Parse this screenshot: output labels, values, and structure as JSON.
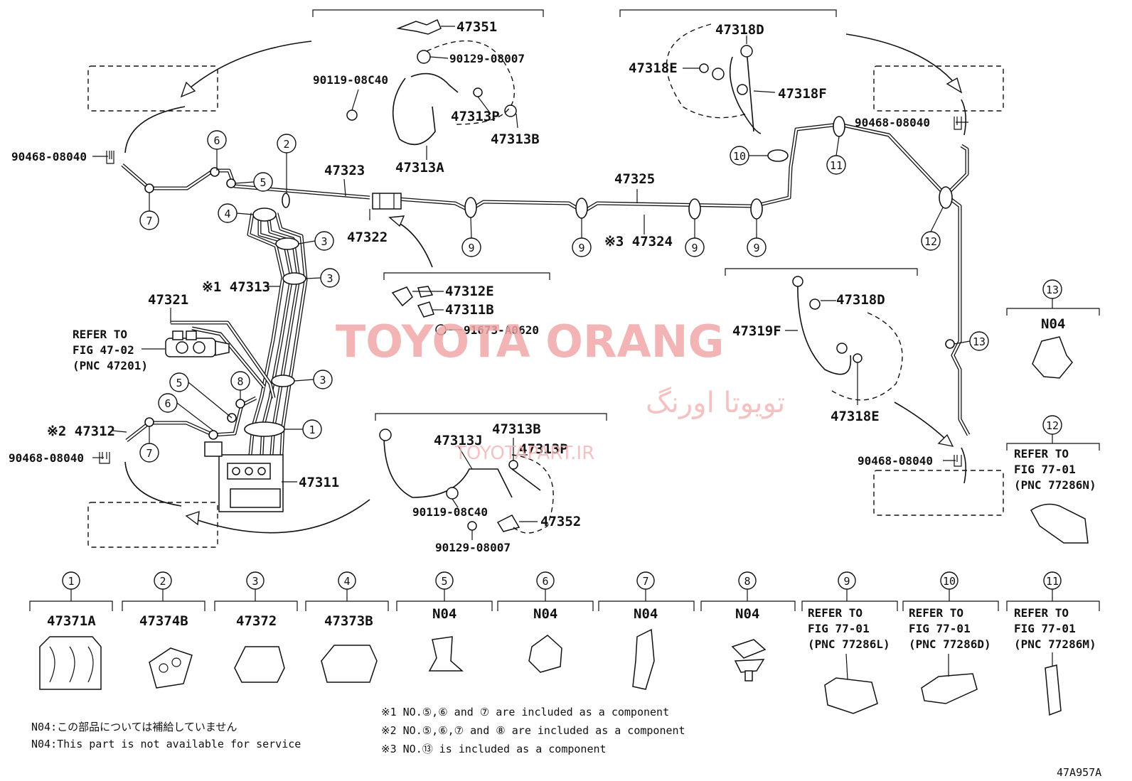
{
  "diagram_code": "47A957A",
  "watermark": {
    "brand": "TOYOTA ORANG",
    "brand_fa": "تویوتا اورنگ",
    "url": "TOYOTAPART.IR"
  },
  "callout_numbers": [
    "1",
    "2",
    "3",
    "4",
    "5",
    "6",
    "7",
    "8",
    "9",
    "10",
    "11",
    "12",
    "13"
  ],
  "part_labels": {
    "p47351": "47351",
    "p90129_top": "90129-08007",
    "p90119_top": "90119-08C40",
    "p47313P_top": "47313P",
    "p47313B_top": "47313B",
    "p47313A": "47313A",
    "p47318D_top": "47318D",
    "p47318E_top": "47318E",
    "p47318F": "47318F",
    "p90468_tr": "90468-08040",
    "p90468_tl": "90468-08040",
    "p47323": "47323",
    "p47322": "47322",
    "p47325": "47325",
    "p47324": "※3 47324",
    "p47313": "※1 47313",
    "p47321": "47321",
    "p47312": "※2 47312",
    "p90468_bl": "90468-08040",
    "p47311": "47311",
    "p47312E": "47312E",
    "p47311B": "47311B",
    "p91673": "91673-A0620",
    "p47313J": "47313J",
    "p47313B_bot": "47313B",
    "p47313P_bot": "47313P",
    "p90119_bot": "90119-08C40",
    "p47352": "47352",
    "p90129_bot": "90129-08007",
    "p47319F": "47319F",
    "p47318D_mid": "47318D",
    "p47318E_mid": "47318E",
    "p90468_br": "90468-08040",
    "n04_13": "N04"
  },
  "refer_master_cyl": [
    "REFER TO",
    "FIG 47-02",
    "(PNC 47201)"
  ],
  "refer_12": [
    "REFER TO",
    "FIG 77-01",
    "(PNC 77286N)"
  ],
  "legend": [
    {
      "num": "1",
      "part": "47371A"
    },
    {
      "num": "2",
      "part": "47374B"
    },
    {
      "num": "3",
      "part": "47372"
    },
    {
      "num": "4",
      "part": "47373B"
    },
    {
      "num": "5",
      "part": "N04"
    },
    {
      "num": "6",
      "part": "N04"
    },
    {
      "num": "7",
      "part": "N04"
    },
    {
      "num": "8",
      "part": "N04"
    },
    {
      "num": "9",
      "lines": [
        "REFER TO",
        "FIG 77-01",
        "(PNC 77286L)"
      ]
    },
    {
      "num": "10",
      "lines": [
        "REFER TO",
        "FIG 77-01",
        "(PNC 77286D)"
      ]
    },
    {
      "num": "11",
      "lines": [
        "REFER TO",
        "FIG 77-01",
        "(PNC 77286M)"
      ]
    }
  ],
  "notes_n04": [
    "N04:この部品については補給していません",
    "N04:This part is not available for service"
  ],
  "notes_component": [
    "※1 NO.⑤,⑥ and ⑦ are included as a component",
    "※2 NO.⑤,⑥,⑦ and ⑧ are included as a component",
    "※3 NO.⑬ is included as a component"
  ]
}
